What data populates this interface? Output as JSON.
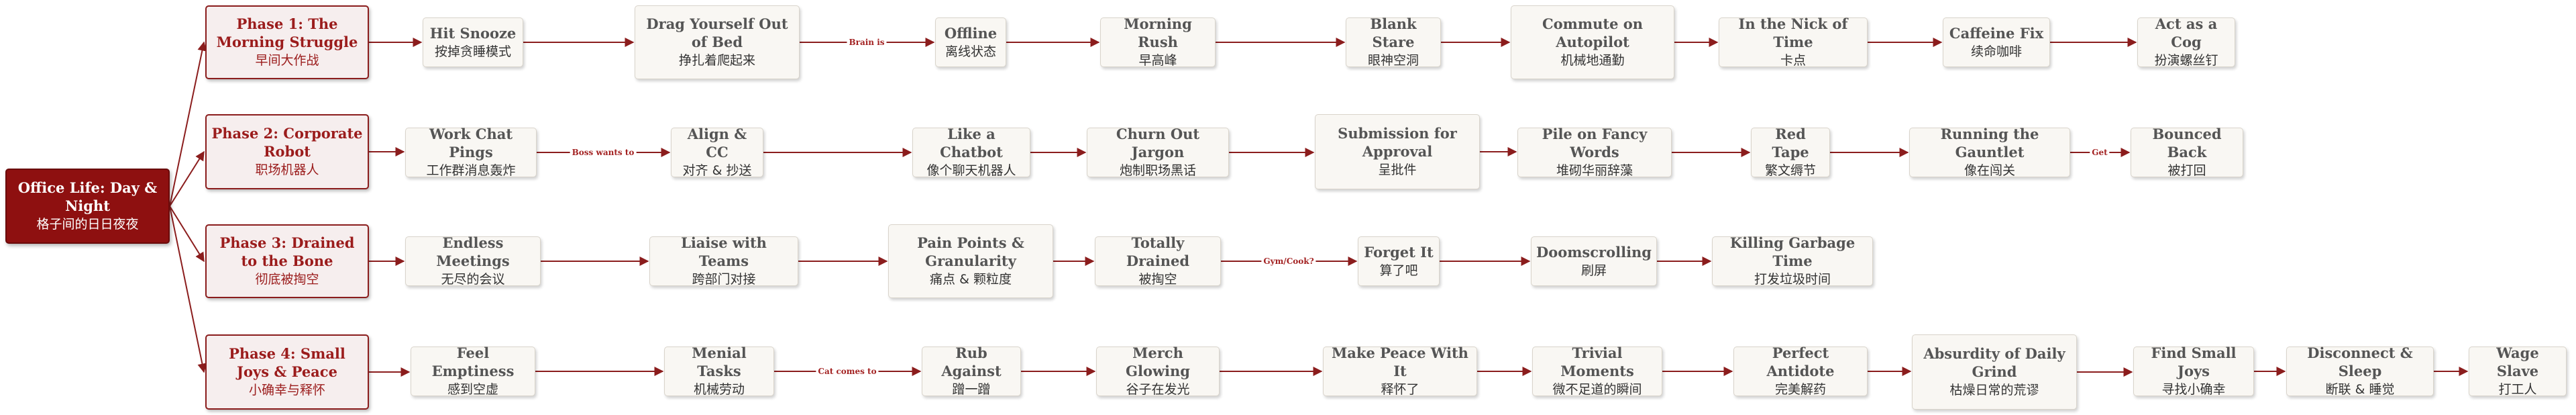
{
  "colors": {
    "accent": "#8e1010",
    "edge": "#8b1d1d",
    "label": "#a32222"
  },
  "root": {
    "en": "Office Life: Day & Night",
    "zh": "格子间的日日夜夜"
  },
  "phases": [
    {
      "title": {
        "en": "Phase 1: The Morning Struggle",
        "zh": "早间大作战"
      },
      "steps": [
        {
          "en": "Hit Snooze",
          "zh": "按掉贪睡模式"
        },
        {
          "en": "Drag Yourself Out of Bed",
          "zh": "挣扎着爬起来"
        },
        {
          "en": "Offline",
          "zh": "离线状态"
        },
        {
          "en": "Morning Rush",
          "zh": "早高峰"
        },
        {
          "en": "Blank Stare",
          "zh": "眼神空洞"
        },
        {
          "en": "Commute on Autopilot",
          "zh": "机械地通勤"
        },
        {
          "en": "In the Nick of Time",
          "zh": "卡点"
        },
        {
          "en": "Caffeine Fix",
          "zh": "续命咖啡"
        },
        {
          "en": "Act as a Cog",
          "zh": "扮演螺丝钉"
        }
      ],
      "edge_labels": [
        "",
        "",
        "Brain is",
        "",
        "",
        "",
        "",
        "",
        ""
      ]
    },
    {
      "title": {
        "en": "Phase 2: Corporate Robot",
        "zh": "职场机器人"
      },
      "steps": [
        {
          "en": "Work Chat Pings",
          "zh": "工作群消息轰炸"
        },
        {
          "en": "Align & CC",
          "zh": "对齐 & 抄送"
        },
        {
          "en": "Like a Chatbot",
          "zh": "像个聊天机器人"
        },
        {
          "en": "Churn Out Jargon",
          "zh": "炮制职场黑话"
        },
        {
          "en": "Submission for Approval",
          "zh": "呈批件"
        },
        {
          "en": "Pile on Fancy Words",
          "zh": "堆砌华丽辞藻"
        },
        {
          "en": "Red Tape",
          "zh": "繁文缛节"
        },
        {
          "en": "Running the Gauntlet",
          "zh": "像在闯关"
        },
        {
          "en": "Bounced Back",
          "zh": "被打回"
        }
      ],
      "edge_labels": [
        "",
        "Boss wants to",
        "",
        "",
        "",
        "",
        "",
        "",
        "Get"
      ]
    },
    {
      "title": {
        "en": "Phase 3: Drained to the Bone",
        "zh": "彻底被掏空"
      },
      "steps": [
        {
          "en": "Endless Meetings",
          "zh": "无尽的会议"
        },
        {
          "en": "Liaise with Teams",
          "zh": "跨部门对接"
        },
        {
          "en": "Pain Points & Granularity",
          "zh": "痛点 & 颗粒度"
        },
        {
          "en": "Totally Drained",
          "zh": "被掏空"
        },
        {
          "en": "Forget It",
          "zh": "算了吧"
        },
        {
          "en": "Doomscrolling",
          "zh": "刷屏"
        },
        {
          "en": "Killing Garbage Time",
          "zh": "打发垃圾时间"
        }
      ],
      "edge_labels": [
        "",
        "",
        "",
        "",
        "Gym/Cook?",
        "",
        ""
      ]
    },
    {
      "title": {
        "en": "Phase 4: Small Joys & Peace",
        "zh": "小确幸与释怀"
      },
      "steps": [
        {
          "en": "Feel Emptiness",
          "zh": "感到空虚"
        },
        {
          "en": "Menial Tasks",
          "zh": "机械劳动"
        },
        {
          "en": "Rub Against",
          "zh": "蹭一蹭"
        },
        {
          "en": "Merch Glowing",
          "zh": "谷子在发光"
        },
        {
          "en": "Make Peace With It",
          "zh": "释怀了"
        },
        {
          "en": "Trivial Moments",
          "zh": "微不足道的瞬间"
        },
        {
          "en": "Perfect Antidote",
          "zh": "完美解药"
        },
        {
          "en": "Absurdity of Daily Grind",
          "zh": "枯燥日常的荒谬"
        },
        {
          "en": "Find Small Joys",
          "zh": "寻找小确幸"
        },
        {
          "en": "Disconnect & Sleep",
          "zh": "断联 & 睡觉"
        },
        {
          "en": "Wage Slave",
          "zh": "打工人"
        }
      ],
      "edge_labels": [
        "",
        "",
        "Cat comes to",
        "",
        "",
        "",
        "",
        "",
        "",
        "",
        ""
      ]
    }
  ]
}
